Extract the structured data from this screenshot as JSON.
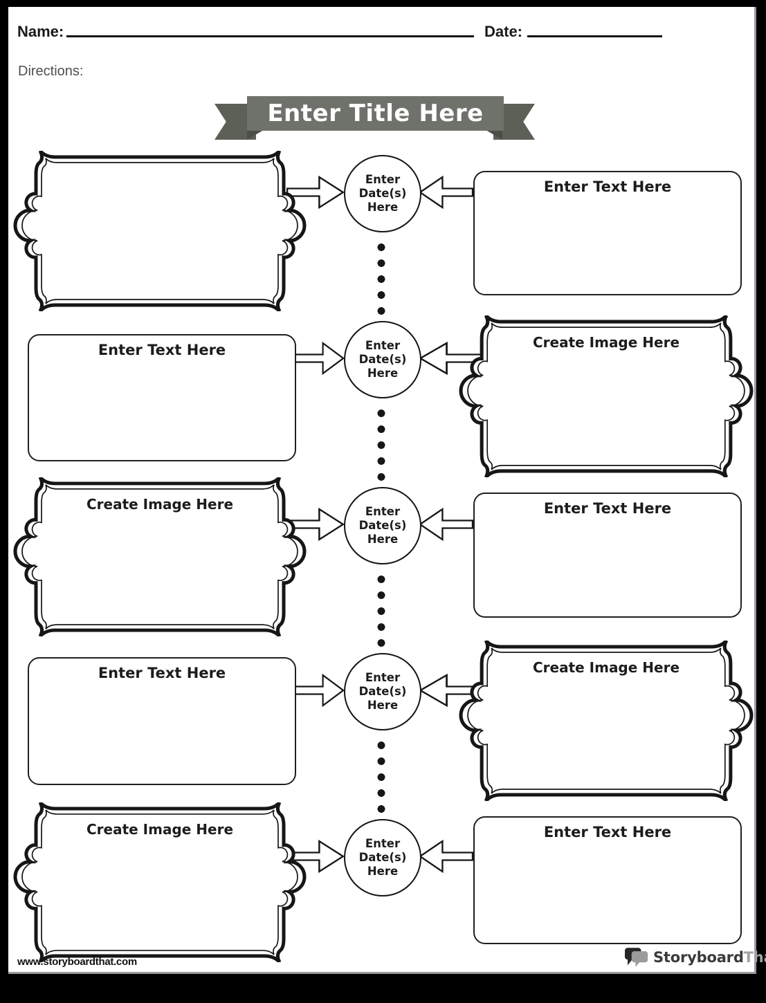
{
  "header": {
    "name_label": "Name:",
    "date_label": "Date:",
    "directions_label": "Directions:"
  },
  "banner": {
    "title": "Enter Title Here"
  },
  "timeline": {
    "date_circle_text": "Enter\nDate(s)\nHere",
    "rows": [
      {
        "left": {
          "type": "image-frame",
          "label": ""
        },
        "right": {
          "type": "text-box",
          "label": "Enter Text Here"
        }
      },
      {
        "left": {
          "type": "text-box",
          "label": "Enter Text Here"
        },
        "right": {
          "type": "image-frame",
          "label": "Create Image Here"
        }
      },
      {
        "left": {
          "type": "image-frame",
          "label": "Create Image Here"
        },
        "right": {
          "type": "text-box",
          "label": "Enter Text Here"
        }
      },
      {
        "left": {
          "type": "text-box",
          "label": "Enter Text Here"
        },
        "right": {
          "type": "image-frame",
          "label": "Create Image Here"
        }
      },
      {
        "left": {
          "type": "image-frame",
          "label": "Create Image Here"
        },
        "right": {
          "type": "text-box",
          "label": "Enter Text Here"
        }
      }
    ]
  },
  "footer": {
    "url": "www.storyboardthat.com",
    "brand_primary": "Storyboard",
    "brand_secondary": "That"
  },
  "colors": {
    "ink": "#1b1b1b",
    "banner_main": "#6f726a",
    "banner_flag": "#5d6057",
    "banner_fold": "#4b4e46",
    "brand_gray": "#a2a2a2"
  }
}
